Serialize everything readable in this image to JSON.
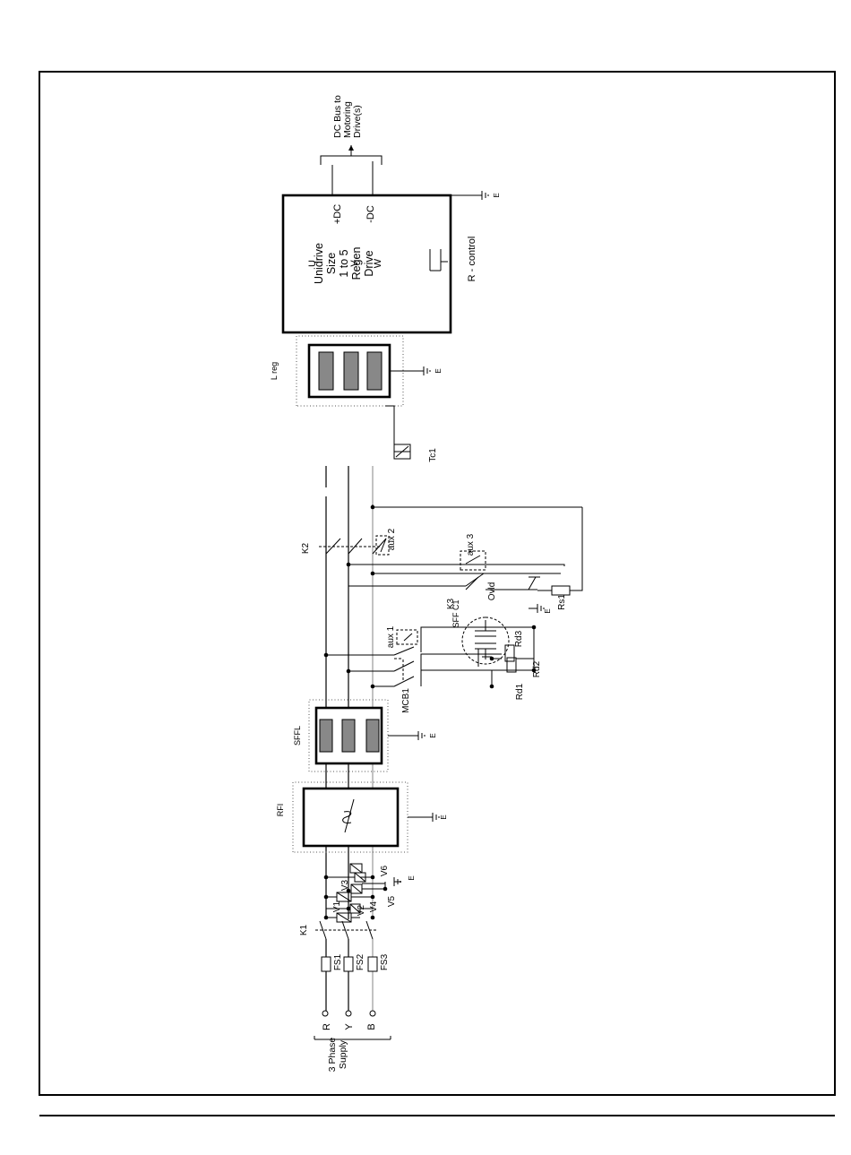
{
  "supply": {
    "label": "3 Phase\nSupply",
    "phases": [
      "R",
      "Y",
      "B"
    ]
  },
  "fuses": [
    "FS1",
    "FS2",
    "FS3"
  ],
  "contactors": {
    "k1": "K1",
    "k2": "K2",
    "k3": "K3"
  },
  "varistors": [
    "V1",
    "V2",
    "V3",
    "V4",
    "V5",
    "V6"
  ],
  "blocks": {
    "rfi": "RFI",
    "sffl": "SFFL",
    "lreg": "L reg",
    "drive": "Unidrive\nSize\n1 to 5\nRegen\nDrive"
  },
  "drive_terminals": [
    "U",
    "V",
    "W",
    "+DC",
    "-DC"
  ],
  "earth": "E",
  "components": {
    "mcb1": "MCB1",
    "aux1": "aux 1",
    "aux2": "aux 2",
    "aux3": "aux 3",
    "sffc1": "SFF C1",
    "rd1": "Rd1",
    "rd2": "Rd2",
    "rd3": "Rd3",
    "ovld": "Ovld",
    "rs1": "Rs1",
    "tc1": "Tc1"
  },
  "r_control": "R - control",
  "dc_bus": "DC Bus to\nMotoring\nDrive(s)",
  "colors": {
    "line": "#000000",
    "phase_b": "#999999",
    "reactor_bar": "#888888"
  }
}
